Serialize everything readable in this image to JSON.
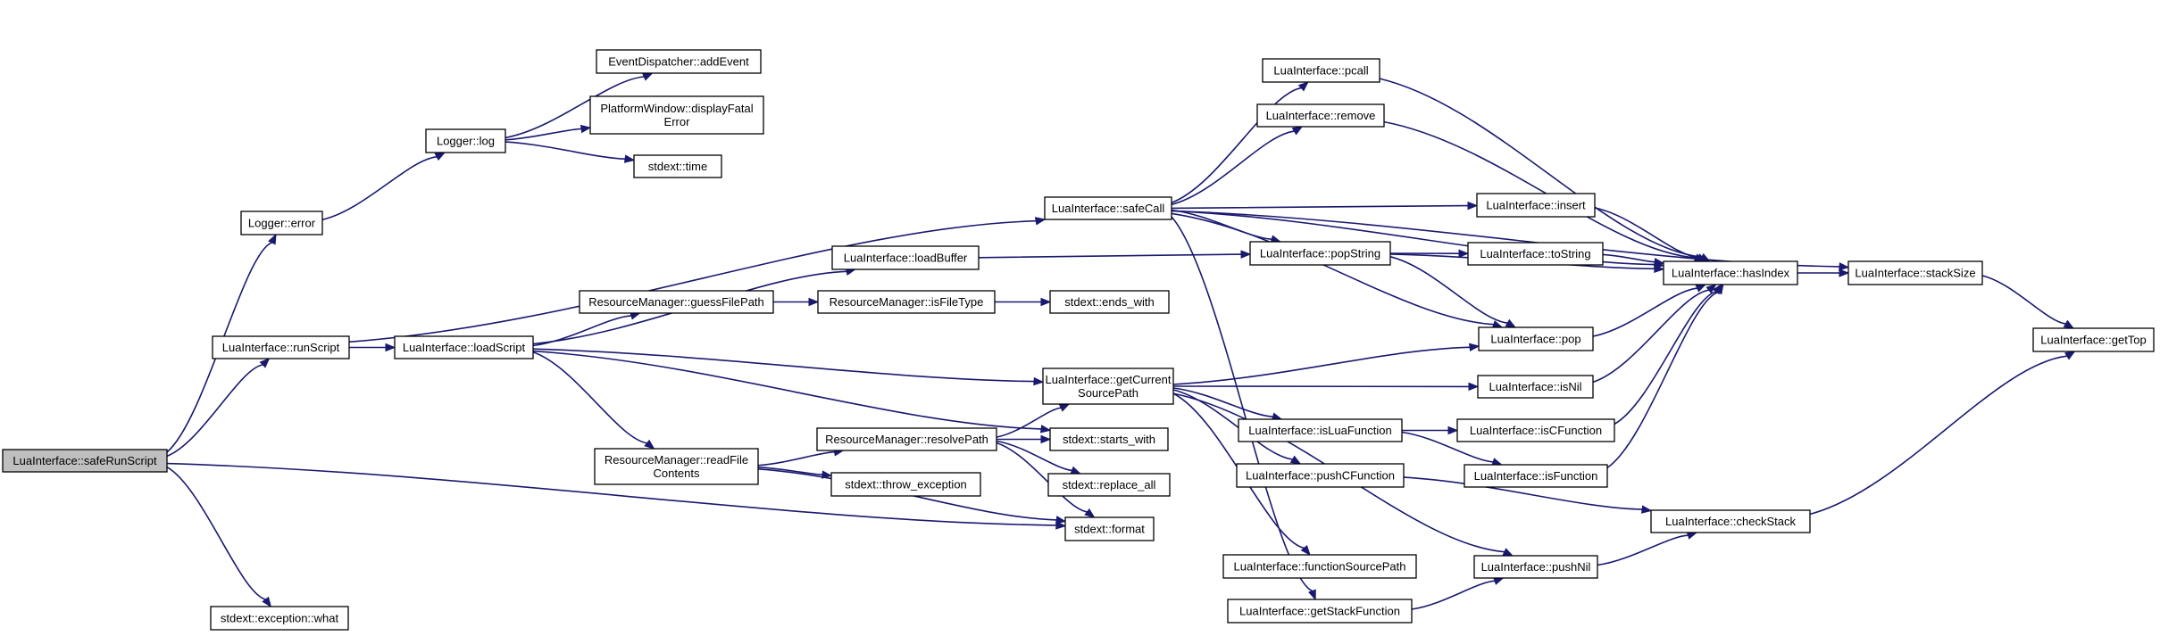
{
  "nodes": {
    "safeRunScript": [
      "LuaInterface::safeRunScript"
    ],
    "error": [
      "Logger::error"
    ],
    "runScript": [
      "LuaInterface::runScript"
    ],
    "what": [
      "stdext::exception::what"
    ],
    "log": [
      "Logger::log"
    ],
    "addEvent": [
      "EventDispatcher::addEvent"
    ],
    "displayFatal": [
      "PlatformWindow::displayFatal",
      "Error"
    ],
    "time": [
      "stdext::time"
    ],
    "loadScript": [
      "LuaInterface::loadScript"
    ],
    "guessFilePath": [
      "ResourceManager::guessFilePath"
    ],
    "readFileContents": [
      "ResourceManager::readFile",
      "Contents"
    ],
    "isFileType": [
      "ResourceManager::isFileType"
    ],
    "endsWith": [
      "stdext::ends_with"
    ],
    "resolvePath": [
      "ResourceManager::resolvePath"
    ],
    "throwException": [
      "stdext::throw_exception"
    ],
    "startsWith": [
      "stdext::starts_with"
    ],
    "replaceAll": [
      "stdext::replace_all"
    ],
    "format": [
      "stdext::format"
    ],
    "loadBuffer": [
      "LuaInterface::loadBuffer"
    ],
    "safeCall": [
      "LuaInterface::safeCall"
    ],
    "getCurrentSourcePath": [
      "LuaInterface::getCurrent",
      "SourcePath"
    ],
    "pcall": [
      "LuaInterface::pcall"
    ],
    "remove": [
      "LuaInterface::remove"
    ],
    "popString": [
      "LuaInterface::popString"
    ],
    "isLuaFunction": [
      "LuaInterface::isLuaFunction"
    ],
    "pushCFunction": [
      "LuaInterface::pushCFunction"
    ],
    "functionSourcePath": [
      "LuaInterface::functionSourcePath"
    ],
    "getStackFunction": [
      "LuaInterface::getStackFunction"
    ],
    "insert": [
      "LuaInterface::insert"
    ],
    "toString": [
      "LuaInterface::toString"
    ],
    "pop": [
      "LuaInterface::pop"
    ],
    "isNil": [
      "LuaInterface::isNil"
    ],
    "isCFunction": [
      "LuaInterface::isCFunction"
    ],
    "isFunction": [
      "LuaInterface::isFunction"
    ],
    "pushNil": [
      "LuaInterface::pushNil"
    ],
    "hasIndex": [
      "LuaInterface::hasIndex"
    ],
    "checkStack": [
      "LuaInterface::checkStack"
    ],
    "stackSize": [
      "LuaInterface::stackSize"
    ],
    "getTop": [
      "LuaInterface::getTop"
    ]
  },
  "root": "safeRunScript",
  "edges": [
    [
      "safeRunScript",
      "error"
    ],
    [
      "safeRunScript",
      "runScript"
    ],
    [
      "safeRunScript",
      "what"
    ],
    [
      "safeRunScript",
      "format"
    ],
    [
      "error",
      "log"
    ],
    [
      "log",
      "addEvent"
    ],
    [
      "log",
      "displayFatal"
    ],
    [
      "log",
      "time"
    ],
    [
      "runScript",
      "loadScript"
    ],
    [
      "runScript",
      "safeCall"
    ],
    [
      "loadScript",
      "loadBuffer"
    ],
    [
      "loadScript",
      "guessFilePath"
    ],
    [
      "loadScript",
      "readFileContents"
    ],
    [
      "loadScript",
      "getCurrentSourcePath"
    ],
    [
      "loadScript",
      "startsWith"
    ],
    [
      "guessFilePath",
      "isFileType"
    ],
    [
      "isFileType",
      "endsWith"
    ],
    [
      "readFileContents",
      "resolvePath"
    ],
    [
      "readFileContents",
      "throwException"
    ],
    [
      "readFileContents",
      "format"
    ],
    [
      "resolvePath",
      "getCurrentSourcePath"
    ],
    [
      "resolvePath",
      "startsWith"
    ],
    [
      "resolvePath",
      "replaceAll"
    ],
    [
      "resolvePath",
      "format"
    ],
    [
      "loadBuffer",
      "popString"
    ],
    [
      "safeCall",
      "pcall"
    ],
    [
      "safeCall",
      "remove"
    ],
    [
      "safeCall",
      "hasIndex"
    ],
    [
      "safeCall",
      "insert"
    ],
    [
      "safeCall",
      "popString"
    ],
    [
      "safeCall",
      "pop"
    ],
    [
      "safeCall",
      "stackSize"
    ],
    [
      "safeCall",
      "getStackFunction"
    ],
    [
      "getCurrentSourcePath",
      "pop"
    ],
    [
      "getCurrentSourcePath",
      "isNil"
    ],
    [
      "getCurrentSourcePath",
      "isLuaFunction"
    ],
    [
      "getCurrentSourcePath",
      "pushCFunction"
    ],
    [
      "getCurrentSourcePath",
      "functionSourcePath"
    ],
    [
      "getCurrentSourcePath",
      "pushNil"
    ],
    [
      "pcall",
      "hasIndex"
    ],
    [
      "remove",
      "hasIndex"
    ],
    [
      "popString",
      "toString"
    ],
    [
      "popString",
      "pop"
    ],
    [
      "popString",
      "hasIndex"
    ],
    [
      "insert",
      "hasIndex"
    ],
    [
      "toString",
      "hasIndex"
    ],
    [
      "pop",
      "hasIndex"
    ],
    [
      "isNil",
      "hasIndex"
    ],
    [
      "isLuaFunction",
      "isCFunction"
    ],
    [
      "isLuaFunction",
      "isFunction"
    ],
    [
      "isCFunction",
      "hasIndex"
    ],
    [
      "isFunction",
      "hasIndex"
    ],
    [
      "pushCFunction",
      "checkStack"
    ],
    [
      "getStackFunction",
      "pushNil"
    ],
    [
      "pushNil",
      "checkStack"
    ],
    [
      "hasIndex",
      "stackSize"
    ],
    [
      "checkStack",
      "getTop"
    ],
    [
      "stackSize",
      "getTop"
    ]
  ],
  "colors": {
    "edge": "#191970",
    "node_border": "#000000",
    "node_fill": "#ffffff",
    "root_fill": "#bfbfbf",
    "text": "#000000"
  }
}
